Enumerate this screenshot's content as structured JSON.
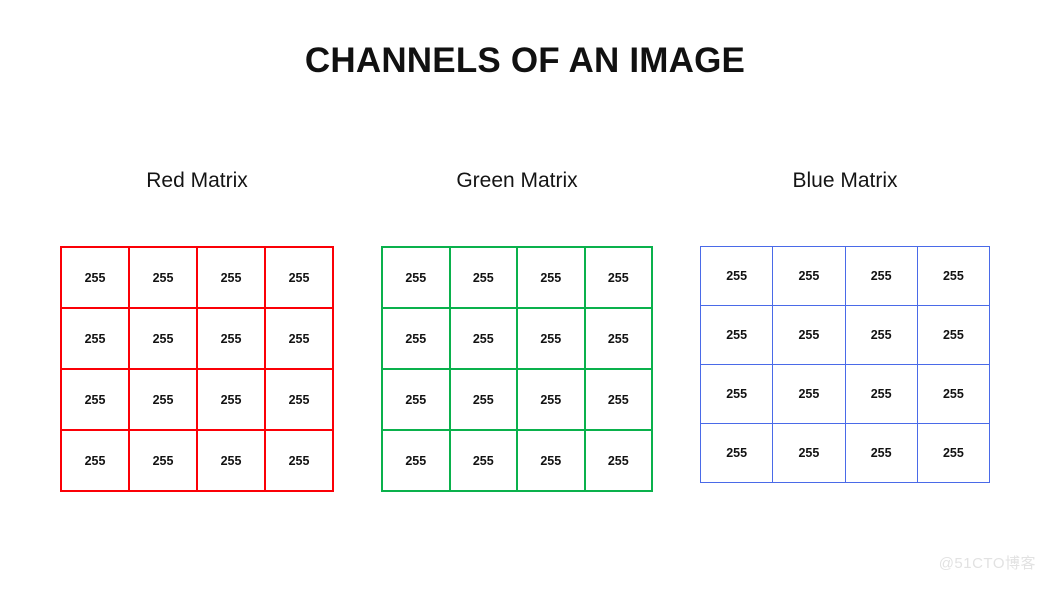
{
  "title": "CHANNELS OF AN IMAGE",
  "watermark": "@51CTO博客",
  "colors": {
    "red_border": "#fb0007",
    "green_border": "#0ab14c",
    "blue_border": "#4a6ae8",
    "title_text": "#111111",
    "cell_text": "#121212",
    "background": "#ffffff",
    "watermark_text": "#e2e2e2"
  },
  "matrices": [
    {
      "label": "Red Matrix",
      "channel": "red",
      "rows": 4,
      "cols": 4,
      "values": [
        [
          "255",
          "255",
          "255",
          "255"
        ],
        [
          "255",
          "255",
          "255",
          "255"
        ],
        [
          "255",
          "255",
          "255",
          "255"
        ],
        [
          "255",
          "255",
          "255",
          "255"
        ]
      ]
    },
    {
      "label": "Green Matrix",
      "channel": "green",
      "rows": 4,
      "cols": 4,
      "values": [
        [
          "255",
          "255",
          "255",
          "255"
        ],
        [
          "255",
          "255",
          "255",
          "255"
        ],
        [
          "255",
          "255",
          "255",
          "255"
        ],
        [
          "255",
          "255",
          "255",
          "255"
        ]
      ]
    },
    {
      "label": "Blue Matrix",
      "channel": "blue",
      "rows": 4,
      "cols": 4,
      "values": [
        [
          "255",
          "255",
          "255",
          "255"
        ],
        [
          "255",
          "255",
          "255",
          "255"
        ],
        [
          "255",
          "255",
          "255",
          "255"
        ],
        [
          "255",
          "255",
          "255",
          "255"
        ]
      ]
    }
  ]
}
